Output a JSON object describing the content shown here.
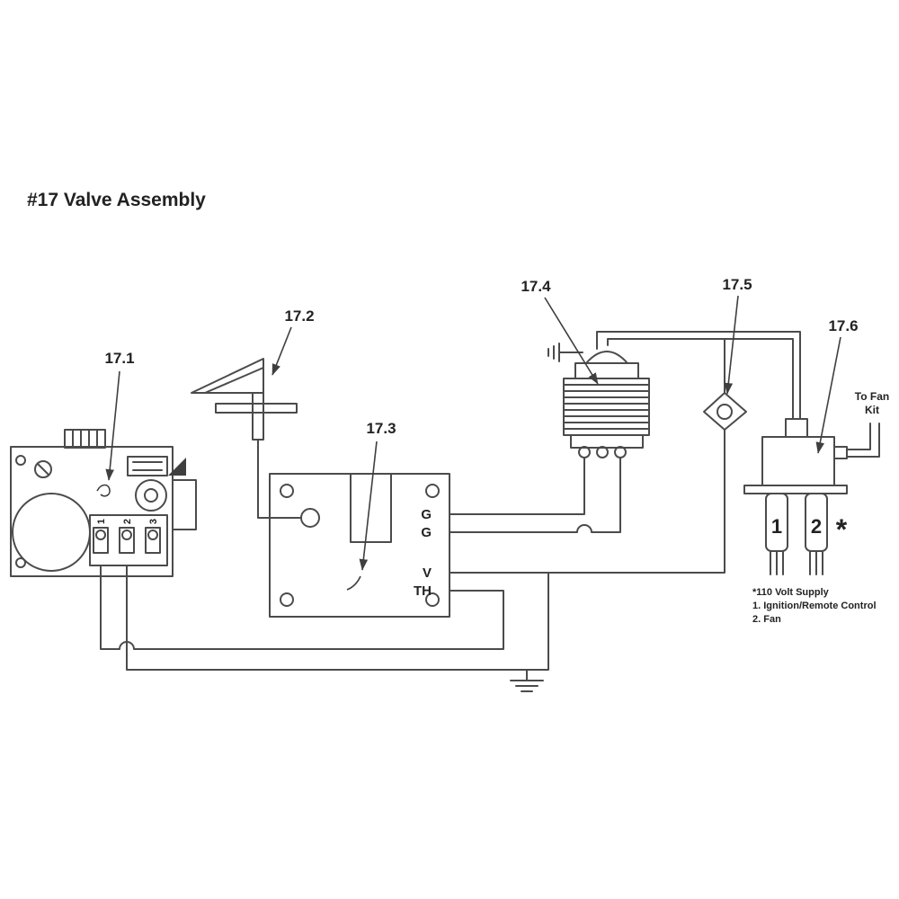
{
  "title": "#17 Valve Assembly",
  "callouts": {
    "valve": "17.1",
    "pilot": "17.2",
    "module": "17.3",
    "coil": "17.4",
    "operator": "17.5",
    "receptacle": "17.6"
  },
  "valve": {
    "terminals": [
      "1",
      "2",
      "3"
    ]
  },
  "module": {
    "terminals": [
      "G",
      "G",
      "V",
      "TH"
    ]
  },
  "receptacle": {
    "plug1": "1",
    "plug2": "2",
    "star": "*",
    "fan_label_line1": "To Fan",
    "fan_label_line2": "Kit"
  },
  "notes": {
    "supply": "*110 Volt Supply",
    "item1": "1. Ignition/Remote Control",
    "item2": "2. Fan"
  },
  "colors": {
    "line": "#4b4b4b",
    "text": "#222222"
  }
}
